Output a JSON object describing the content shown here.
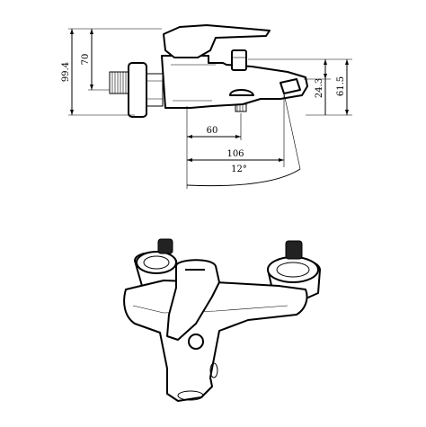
{
  "dimensions": {
    "height_overall": "99.4",
    "height_handle": "70",
    "spout_offset_small": "24.3",
    "spout_offset_large": "61.5",
    "outlet_distance": "60",
    "spout_length": "106",
    "spout_angle": "12°"
  },
  "colors": {
    "line": "#000000",
    "background": "#ffffff"
  }
}
